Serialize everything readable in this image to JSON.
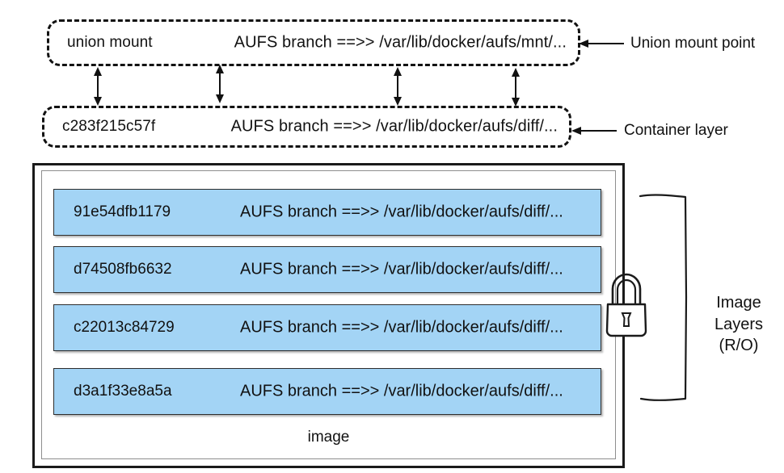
{
  "diagram": {
    "title": "Docker AUFS storage driver layer diagram",
    "colors": {
      "layer_fill": "#a3d4f5",
      "layer_border": "#2d2d2d",
      "stroke": "#111111",
      "background": "#ffffff"
    },
    "union_mount": {
      "id_label": "union mount",
      "branch_label": "AUFS branch ==>> /var/lib/docker/aufs/mnt/...",
      "callout": "Union mount point"
    },
    "container_layer": {
      "id_label": "c283f215c57f",
      "branch_label": "AUFS branch ==>> /var/lib/docker/aufs/diff/...",
      "callout": "Container layer"
    },
    "image": {
      "caption": "image",
      "group_label_lines": [
        "Image",
        "Layers",
        "(R/O)"
      ],
      "lock_icon": "padlock-icon",
      "layers": [
        {
          "id_label": "91e54dfb1179",
          "branch_label": "AUFS branch ==>> /var/lib/docker/aufs/diff/..."
        },
        {
          "id_label": "d74508fb6632",
          "branch_label": "AUFS branch ==>> /var/lib/docker/aufs/diff/..."
        },
        {
          "id_label": "c22013c84729",
          "branch_label": "AUFS branch ==>> /var/lib/docker/aufs/diff/..."
        },
        {
          "id_label": "d3a1f33e8a5a",
          "branch_label": "AUFS branch ==>> /var/lib/docker/aufs/diff/..."
        }
      ]
    },
    "connectors": {
      "vertical_double_arrows": 4,
      "icon": "double-headed-arrow-icon"
    }
  }
}
